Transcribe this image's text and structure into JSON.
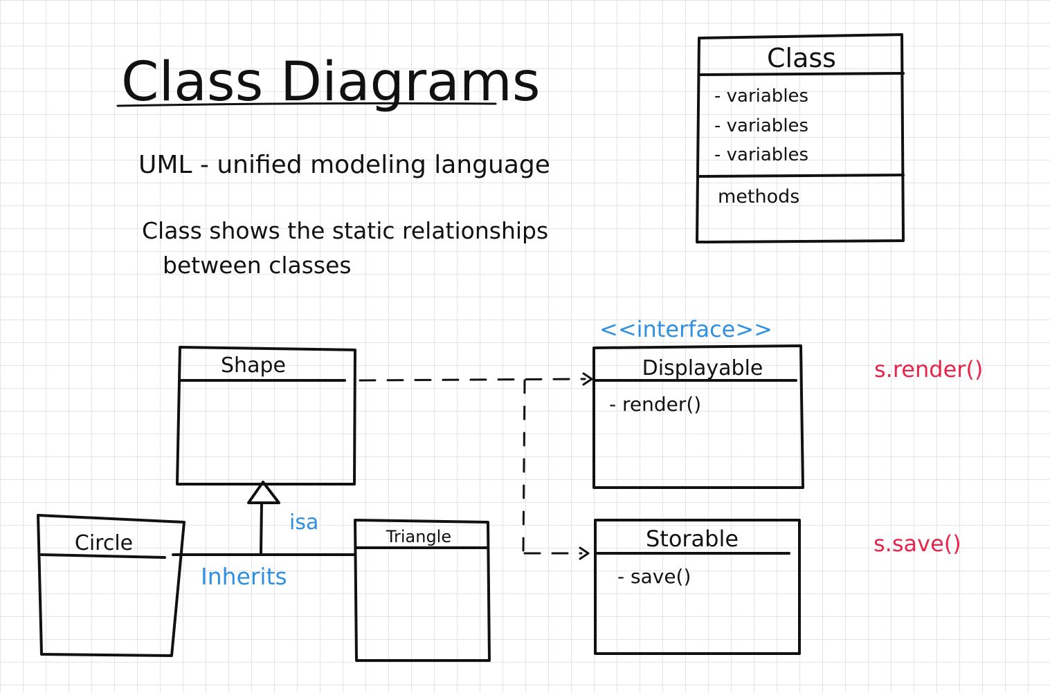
{
  "title": "Class Diagrams",
  "subtitle": "UML - unified modeling language",
  "description_line1": "Class shows the static relationships",
  "description_line2": "between classes",
  "legend_box": {
    "name": "Class",
    "variables": [
      "- variables",
      "- variables",
      "- variables"
    ],
    "methods": "methods"
  },
  "classes": {
    "shape": {
      "name": "Shape"
    },
    "circle": {
      "name": "Circle"
    },
    "triangle": {
      "name": "Triangle"
    },
    "displayable": {
      "stereotype": "<<interface>>",
      "name": "Displayable",
      "method": "- render()"
    },
    "storable": {
      "name": "Storable",
      "method": "- save()"
    }
  },
  "labels": {
    "isa": "isa",
    "inherits": "Inherits"
  },
  "notes": {
    "render_call": "s.render()",
    "save_call": "s.save()"
  },
  "colors": {
    "ink": "#111111",
    "annotation_blue": "#2f8fe0",
    "annotation_red": "#e8244a",
    "grid": "#e4e4e4"
  }
}
